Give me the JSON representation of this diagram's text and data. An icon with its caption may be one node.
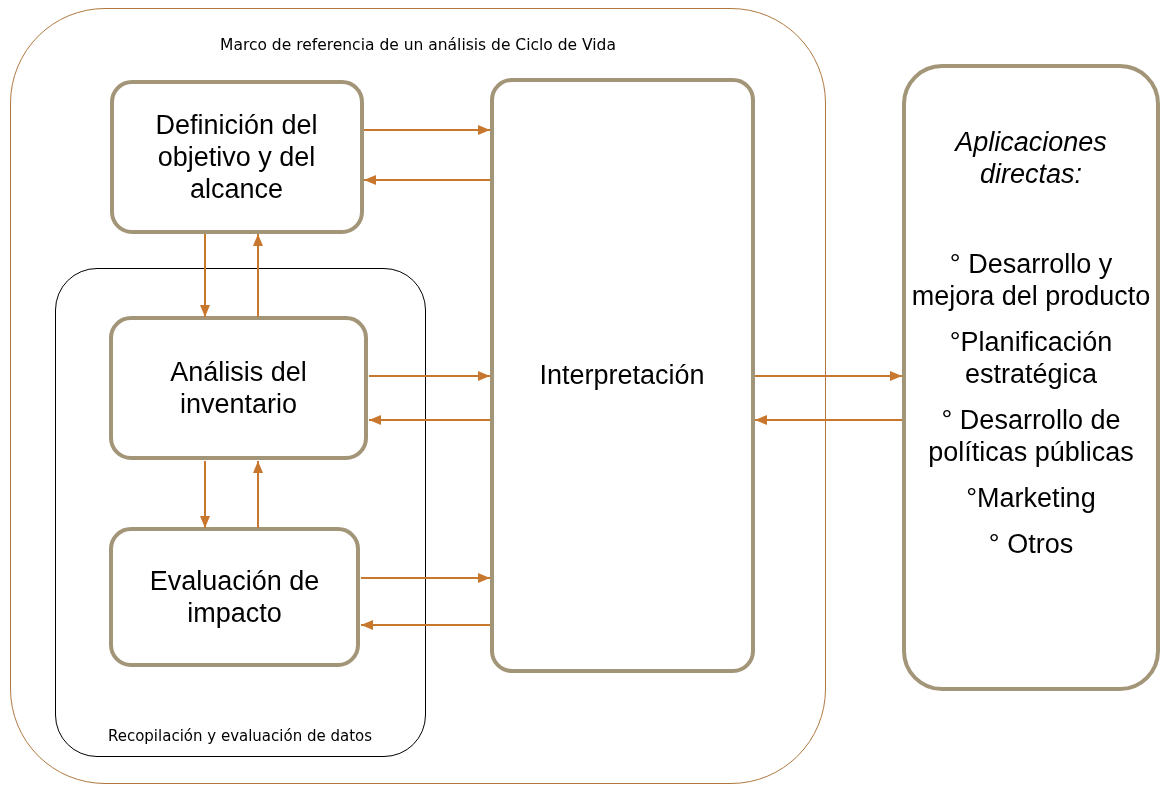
{
  "diagram": {
    "nodes": [
      {
        "text": [
          "Marco de referencia de un análisis de Ciclo de Vida"
        ]
      },
      {
        "text": [
          "Definición del objetivo y del alcance"
        ],
        "in": 0
      },
      {
        "text": [
          "Recopilación y evaluación de datos"
        ],
        "in": 0
      },
      {
        "text": [
          "Análisis del inventario"
        ],
        "in": 2
      },
      {
        "text": [
          "Evaluación de impacto"
        ],
        "in": 2
      },
      {
        "text": [
          "Interpretación"
        ],
        "in": 0
      },
      {
        "text": [
          "Aplicaciones directas:",
          "° Desarrollo y mejora del producto",
          "°Planificación estratégica",
          "° Desarrollo de políticas públicas",
          "°Marketing",
          "° Otros"
        ]
      }
    ],
    "edges": [
      {
        "from": 1,
        "to": 5,
        "arrow": "to"
      },
      {
        "from": 5,
        "to": 1,
        "arrow": "to"
      },
      {
        "from": 1,
        "to": 3,
        "arrow": "to"
      },
      {
        "from": 3,
        "to": 1,
        "arrow": "to"
      },
      {
        "from": 3,
        "to": 5,
        "arrow": "to"
      },
      {
        "from": 5,
        "to": 3,
        "arrow": "to"
      },
      {
        "from": 3,
        "to": 4,
        "arrow": "to"
      },
      {
        "from": 4,
        "to": 3,
        "arrow": "to"
      },
      {
        "from": 4,
        "to": 5,
        "arrow": "to"
      },
      {
        "from": 5,
        "to": 4,
        "arrow": "to"
      },
      {
        "from": 5,
        "to": 6,
        "arrow": "to"
      },
      {
        "from": 6,
        "to": 5,
        "arrow": "to"
      }
    ]
  }
}
